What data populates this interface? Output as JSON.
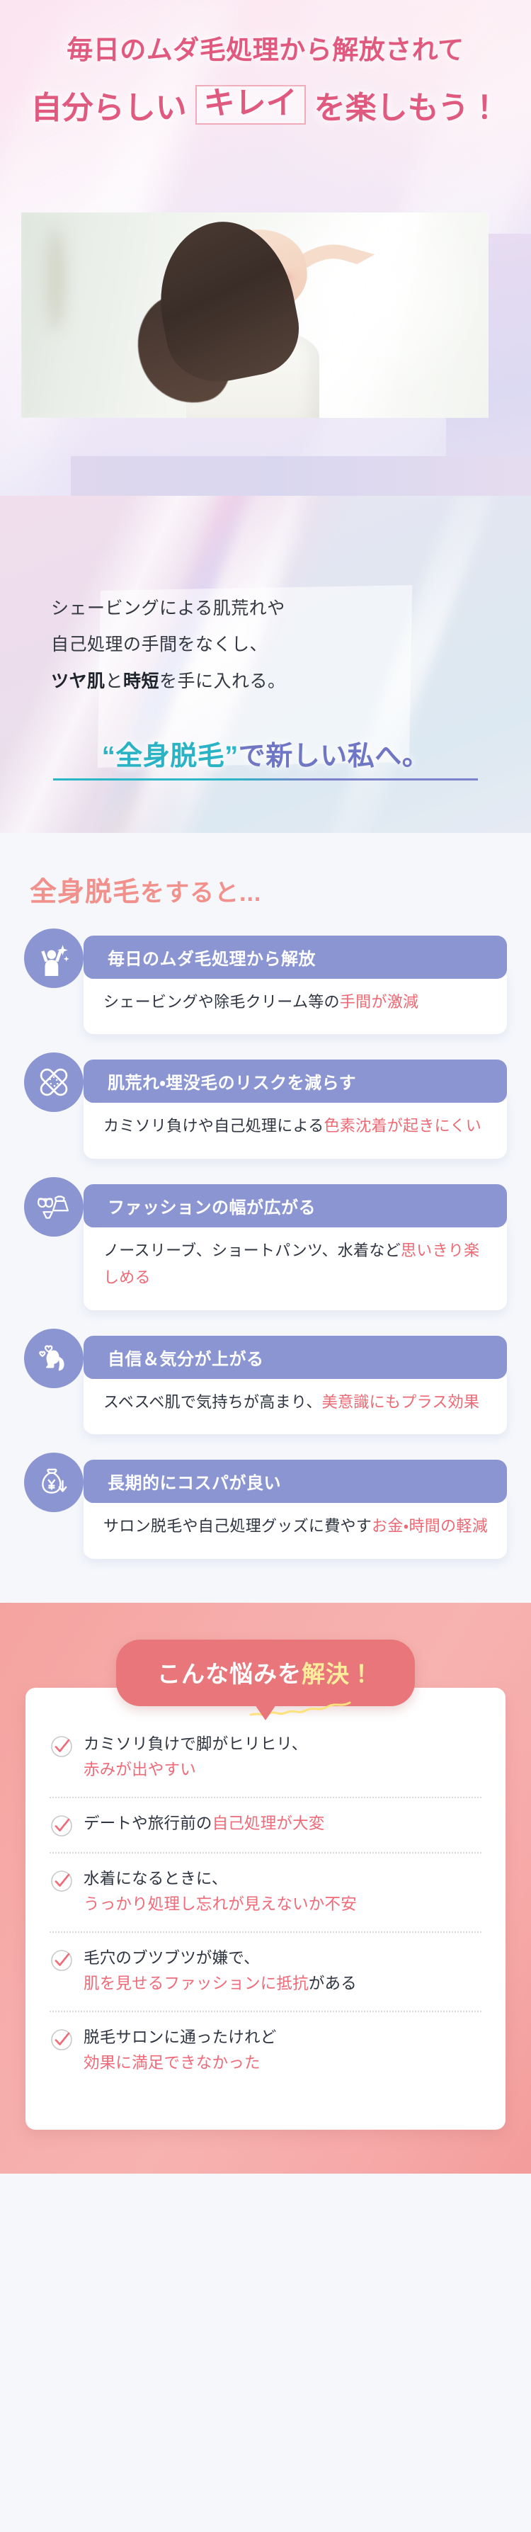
{
  "hero": {
    "headline_line1": "毎日のムダ毛処理から解放されて",
    "headline_line2_pre": "自分らしい",
    "headline_line2_box": "キレイ",
    "headline_line2_post": "を楽しもう！",
    "photo_alt": "腕を上げて笑う女性",
    "title_color": "#e05a7f",
    "box_border_color": "#f0aab9"
  },
  "intro": {
    "line1": "シェービングによる肌荒れや",
    "line2": "自己処理の手間をなくし、",
    "line3_bold1": "ツヤ肌",
    "line3_mid": "と",
    "line3_bold2": "時短",
    "line3_tail": "を手に入れる。",
    "tagline_teal": "“全身脱毛”",
    "tagline_blue": "で新しい私へ。",
    "teal_color": "#29b3c4",
    "blue_color": "#6f77c4"
  },
  "benefits": {
    "section_title_strong": "全身脱毛",
    "section_title_rest": "をすると...",
    "section_title_color": "#f2918c",
    "accent_color": "#8a95d1",
    "highlight_color": "#ec6a74",
    "cards": [
      {
        "icon": "person-cheering-sparkle-icon",
        "title": "毎日のムダ毛処理から解放",
        "body_plain": "シェービングや除毛クリーム等の",
        "body_highlight": "手間が激減"
      },
      {
        "icon": "bandage-icon",
        "title": "肌荒れ・埋没毛のリスクを減らす",
        "body_plain": "カミソリ負けや自己処理による",
        "body_highlight": "色素沈着が起きにくい"
      },
      {
        "icon": "swimwear-dress-icon",
        "title": "ファッションの幅が広がる",
        "body_plain": "ノースリーブ、ショートパンツ、水着など",
        "body_highlight": "思いきり楽しめる"
      },
      {
        "icon": "woman-profile-hearts-icon",
        "title": "自信＆気分が上がる",
        "body_plain": "スベスベ肌で気持ちが高まり、",
        "body_highlight": "美意識にもプラス効果"
      },
      {
        "icon": "money-bag-yen-down-icon",
        "title": "長期的にコスパが良い",
        "body_plain": "サロン脱毛や自己処理グッズに費やす",
        "body_highlight": "お金・時間の軽減"
      }
    ]
  },
  "problems": {
    "bubble_white": "こんな悩みを",
    "bubble_yellow": "解決！",
    "bubble_bg": "#e8767a",
    "yellow_color": "#fdec9a",
    "highlight_color": "#ef6b79",
    "items": [
      {
        "plain": "カミソリ負けで脚がヒリヒリ、",
        "highlight": "赤みが出やすい"
      },
      {
        "plain": "デートや旅行前の",
        "highlight": "自己処理が大変",
        "inline": true
      },
      {
        "plain": "水着になるときに、",
        "highlight": "うっかり処理し忘れが見えないか不安"
      },
      {
        "plain": "毛穴のブツブツが嫌で、",
        "highlight": "肌を見せるファッションに抵抗",
        "tail": "がある"
      },
      {
        "plain": "脱毛サロンに通ったけれど",
        "highlight": "効果に満足できなかった"
      }
    ]
  }
}
